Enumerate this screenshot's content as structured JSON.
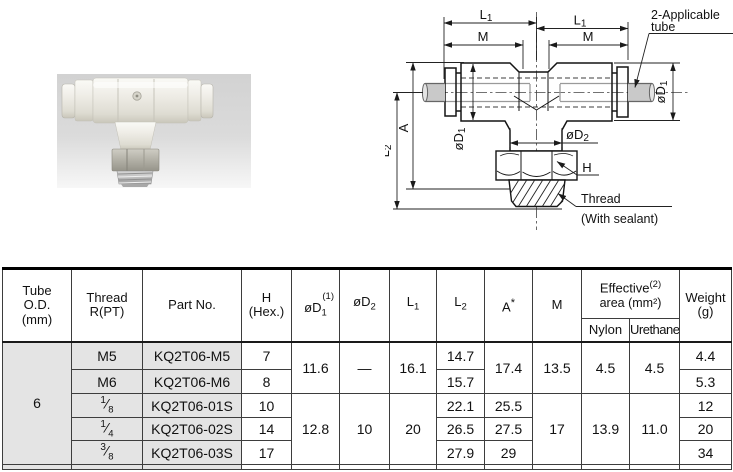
{
  "page": {
    "background": "#ffffff"
  },
  "photo": {
    "description": "Branch tee one-touch fitting, male thread at bottom"
  },
  "diagram": {
    "labels": {
      "l1": {
        "main": "L",
        "sub": "1"
      },
      "l2": {
        "main": "L",
        "sub": "2"
      },
      "m": "M",
      "a": "A",
      "d1": {
        "main": "øD",
        "sub": "1"
      },
      "d2": {
        "main": "øD",
        "sub": "2"
      },
      "h": "H",
      "applicable_line1": "2-Applicable",
      "applicable_line2": "tube",
      "thread": "Thread",
      "thread_note": "(With sealant)"
    }
  },
  "table": {
    "headers": {
      "tube_od": "Tube\nO.D.\n(mm)",
      "thread": "Thread\nR(PT)",
      "part_no": "Part No.",
      "hex": "H\n(Hex.)",
      "d1": {
        "note": "(1)",
        "main": "øD",
        "sub": "1"
      },
      "d2": {
        "main": "øD",
        "sub": "2"
      },
      "l1": {
        "main": "L",
        "sub": "1"
      },
      "l2": {
        "main": "L",
        "sub": "2"
      },
      "a": {
        "main": "A",
        "note": "*"
      },
      "m": "M",
      "effective": {
        "line1": "Effective",
        "note": "(2)",
        "line2": "area (mm²)",
        "nylon": "Nylon",
        "urethane": "Urethane"
      },
      "weight": "Weight\n(g)"
    },
    "tube_od_value": "6",
    "rows": [
      {
        "thread": "M5",
        "part": "KQ2T06-M5",
        "h": "7",
        "l2": "14.7",
        "weight": "4.4"
      },
      {
        "thread": "M6",
        "part": "KQ2T06-M6",
        "h": "8",
        "l2": "15.7",
        "weight": "5.3"
      },
      {
        "thread": "1/8",
        "part": "KQ2T06-01S",
        "h": "10",
        "l2": "22.1",
        "a": "25.5",
        "weight": "12"
      },
      {
        "thread": "1/4",
        "part": "KQ2T06-02S",
        "h": "14",
        "l2": "26.5",
        "a": "27.5",
        "weight": "20"
      },
      {
        "thread": "3/8",
        "part": "KQ2T06-03S",
        "h": "17",
        "l2": "27.9",
        "a": "29",
        "weight": "34"
      }
    ],
    "group1": {
      "d1": "11.6",
      "d2": "—",
      "l1": "16.1",
      "a": "17.4",
      "m": "13.5",
      "nylon": "4.5",
      "urethane": "4.5"
    },
    "group2": {
      "d1": "12.8",
      "d2": "10",
      "l1": "20",
      "m": "17",
      "nylon": "13.9",
      "urethane": "11.0"
    }
  }
}
